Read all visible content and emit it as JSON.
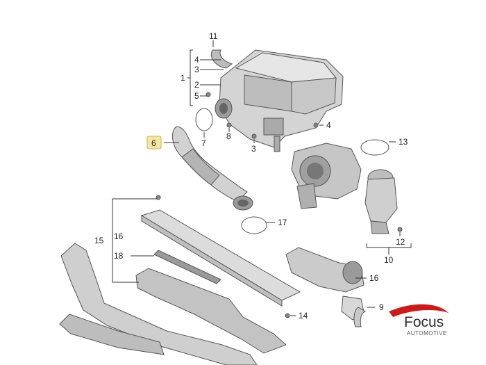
{
  "labels": {
    "l1": "1",
    "l2": "2",
    "l3": "3",
    "l4": "4",
    "l5": "5",
    "l6": "6",
    "l7": "7",
    "l8": "8",
    "l3b": "3",
    "l4b": "4",
    "l11": "11",
    "l13": "13",
    "l17": "17",
    "l12": "12",
    "l10": "10",
    "l15": "15",
    "l16": "16",
    "l18": "18",
    "l16b": "16",
    "l14": "14",
    "l9": "9"
  },
  "branding": {
    "name": "Focus",
    "subtitle": "AUTOMOTIVE"
  },
  "colors": {
    "highlight": "#f5e6a0",
    "brand_red": "#d01a1a"
  }
}
